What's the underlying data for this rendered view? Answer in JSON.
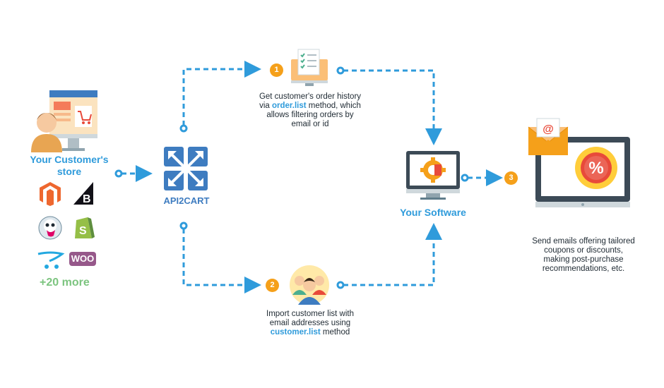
{
  "store": {
    "title_line1": "Your Customer's",
    "title_line2": "store",
    "more_label": "+20 more",
    "platform_icons": [
      "magento-icon",
      "bigcommerce-icon",
      "prestashop-icon",
      "shopify-icon",
      "opencart-icon",
      "woocommerce-icon"
    ],
    "woo_text": "WOO"
  },
  "api2cart": {
    "label": "API2CART"
  },
  "software": {
    "label": "Your Software"
  },
  "step1": {
    "number": "1",
    "line1": "Get customer's order history",
    "line2_prefix": "via ",
    "method": "order.list",
    "line2_suffix": " method, which",
    "line3": "allows filtering orders by",
    "line4": "email or id"
  },
  "step2": {
    "number": "2",
    "line1": "Import customer list with",
    "line2": "email addresses using",
    "method": "customer.list",
    "line3_suffix": " method"
  },
  "step3": {
    "number": "3",
    "line1": "Send emails offering tailored",
    "line2": "coupons or discounts,",
    "line3": "making post-purchase",
    "line4": "recommendations, etc."
  },
  "colors": {
    "accent_blue": "#2f9bdb",
    "orange": "#f5a01a",
    "green": "#7cc47f",
    "dark_blue": "#3e7cc0"
  }
}
